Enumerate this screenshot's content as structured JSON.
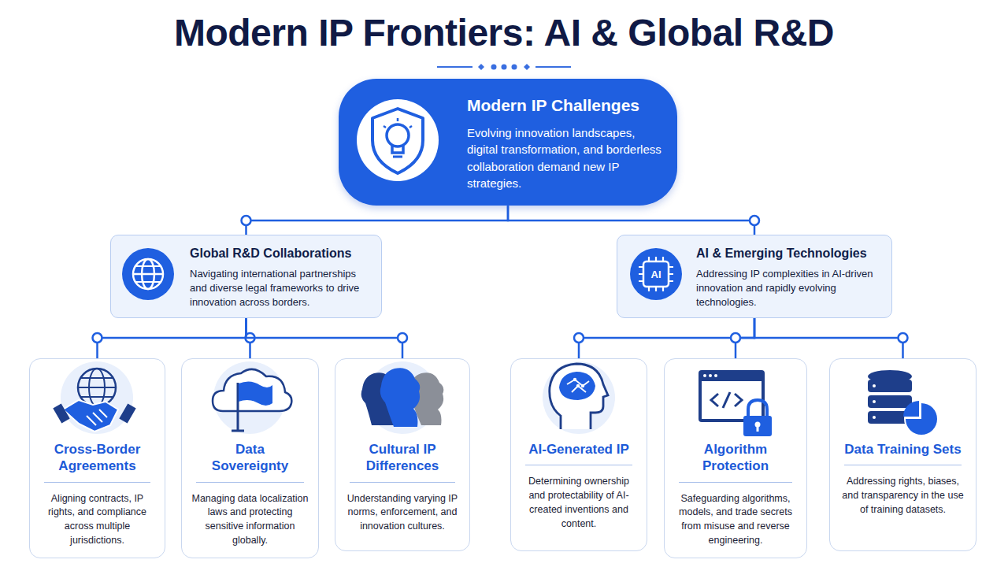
{
  "diagram": {
    "title": "Modern IP Frontiers: AI & Global R&D",
    "nodes": [
      {
        "text": [
          "Modern IP Challenges",
          "Evolving innovation landscapes, digital transformation, and borderless collaboration demand new IP strategies."
        ]
      },
      {
        "text": [
          "Global R&D Collaborations",
          "Navigating international partnerships and diverse legal frameworks to drive innovation across borders."
        ]
      },
      {
        "text": [
          "AI & Emerging Technologies",
          "Addressing IP complexities in AI-driven innovation and rapidly evolving technologies."
        ]
      },
      {
        "text": [
          "Cross-Border Agreements",
          "Aligning contracts, IP rights, and compliance across multiple jurisdictions."
        ]
      },
      {
        "text": [
          "Data Sovereignty",
          "Managing data localization laws and protecting sensitive information globally."
        ]
      },
      {
        "text": [
          "Cultural IP Differences",
          "Understanding varying IP norms, enforcement, and innovation cultures."
        ]
      },
      {
        "text": [
          "AI-Generated IP",
          "Determining ownership and protectability of AI-created inventions and content."
        ]
      },
      {
        "text": [
          "Algorithm Protection",
          "Safeguarding algorithms, models, and trade secrets from misuse and reverse engineering."
        ]
      },
      {
        "text": [
          "Data Training Sets",
          "Addressing rights, biases, and transparency in the use of training datasets."
        ]
      }
    ],
    "edges": [
      {
        "from": 0,
        "to": 1,
        "arrow": "none"
      },
      {
        "from": 0,
        "to": 2,
        "arrow": "none"
      },
      {
        "from": 1,
        "to": 3,
        "arrow": "none"
      },
      {
        "from": 1,
        "to": 4,
        "arrow": "none"
      },
      {
        "from": 1,
        "to": 5,
        "arrow": "none"
      },
      {
        "from": 2,
        "to": 6,
        "arrow": "none"
      },
      {
        "from": 2,
        "to": 7,
        "arrow": "none"
      },
      {
        "from": 2,
        "to": 8,
        "arrow": "none"
      }
    ],
    "labels": [
      "AI"
    ]
  }
}
